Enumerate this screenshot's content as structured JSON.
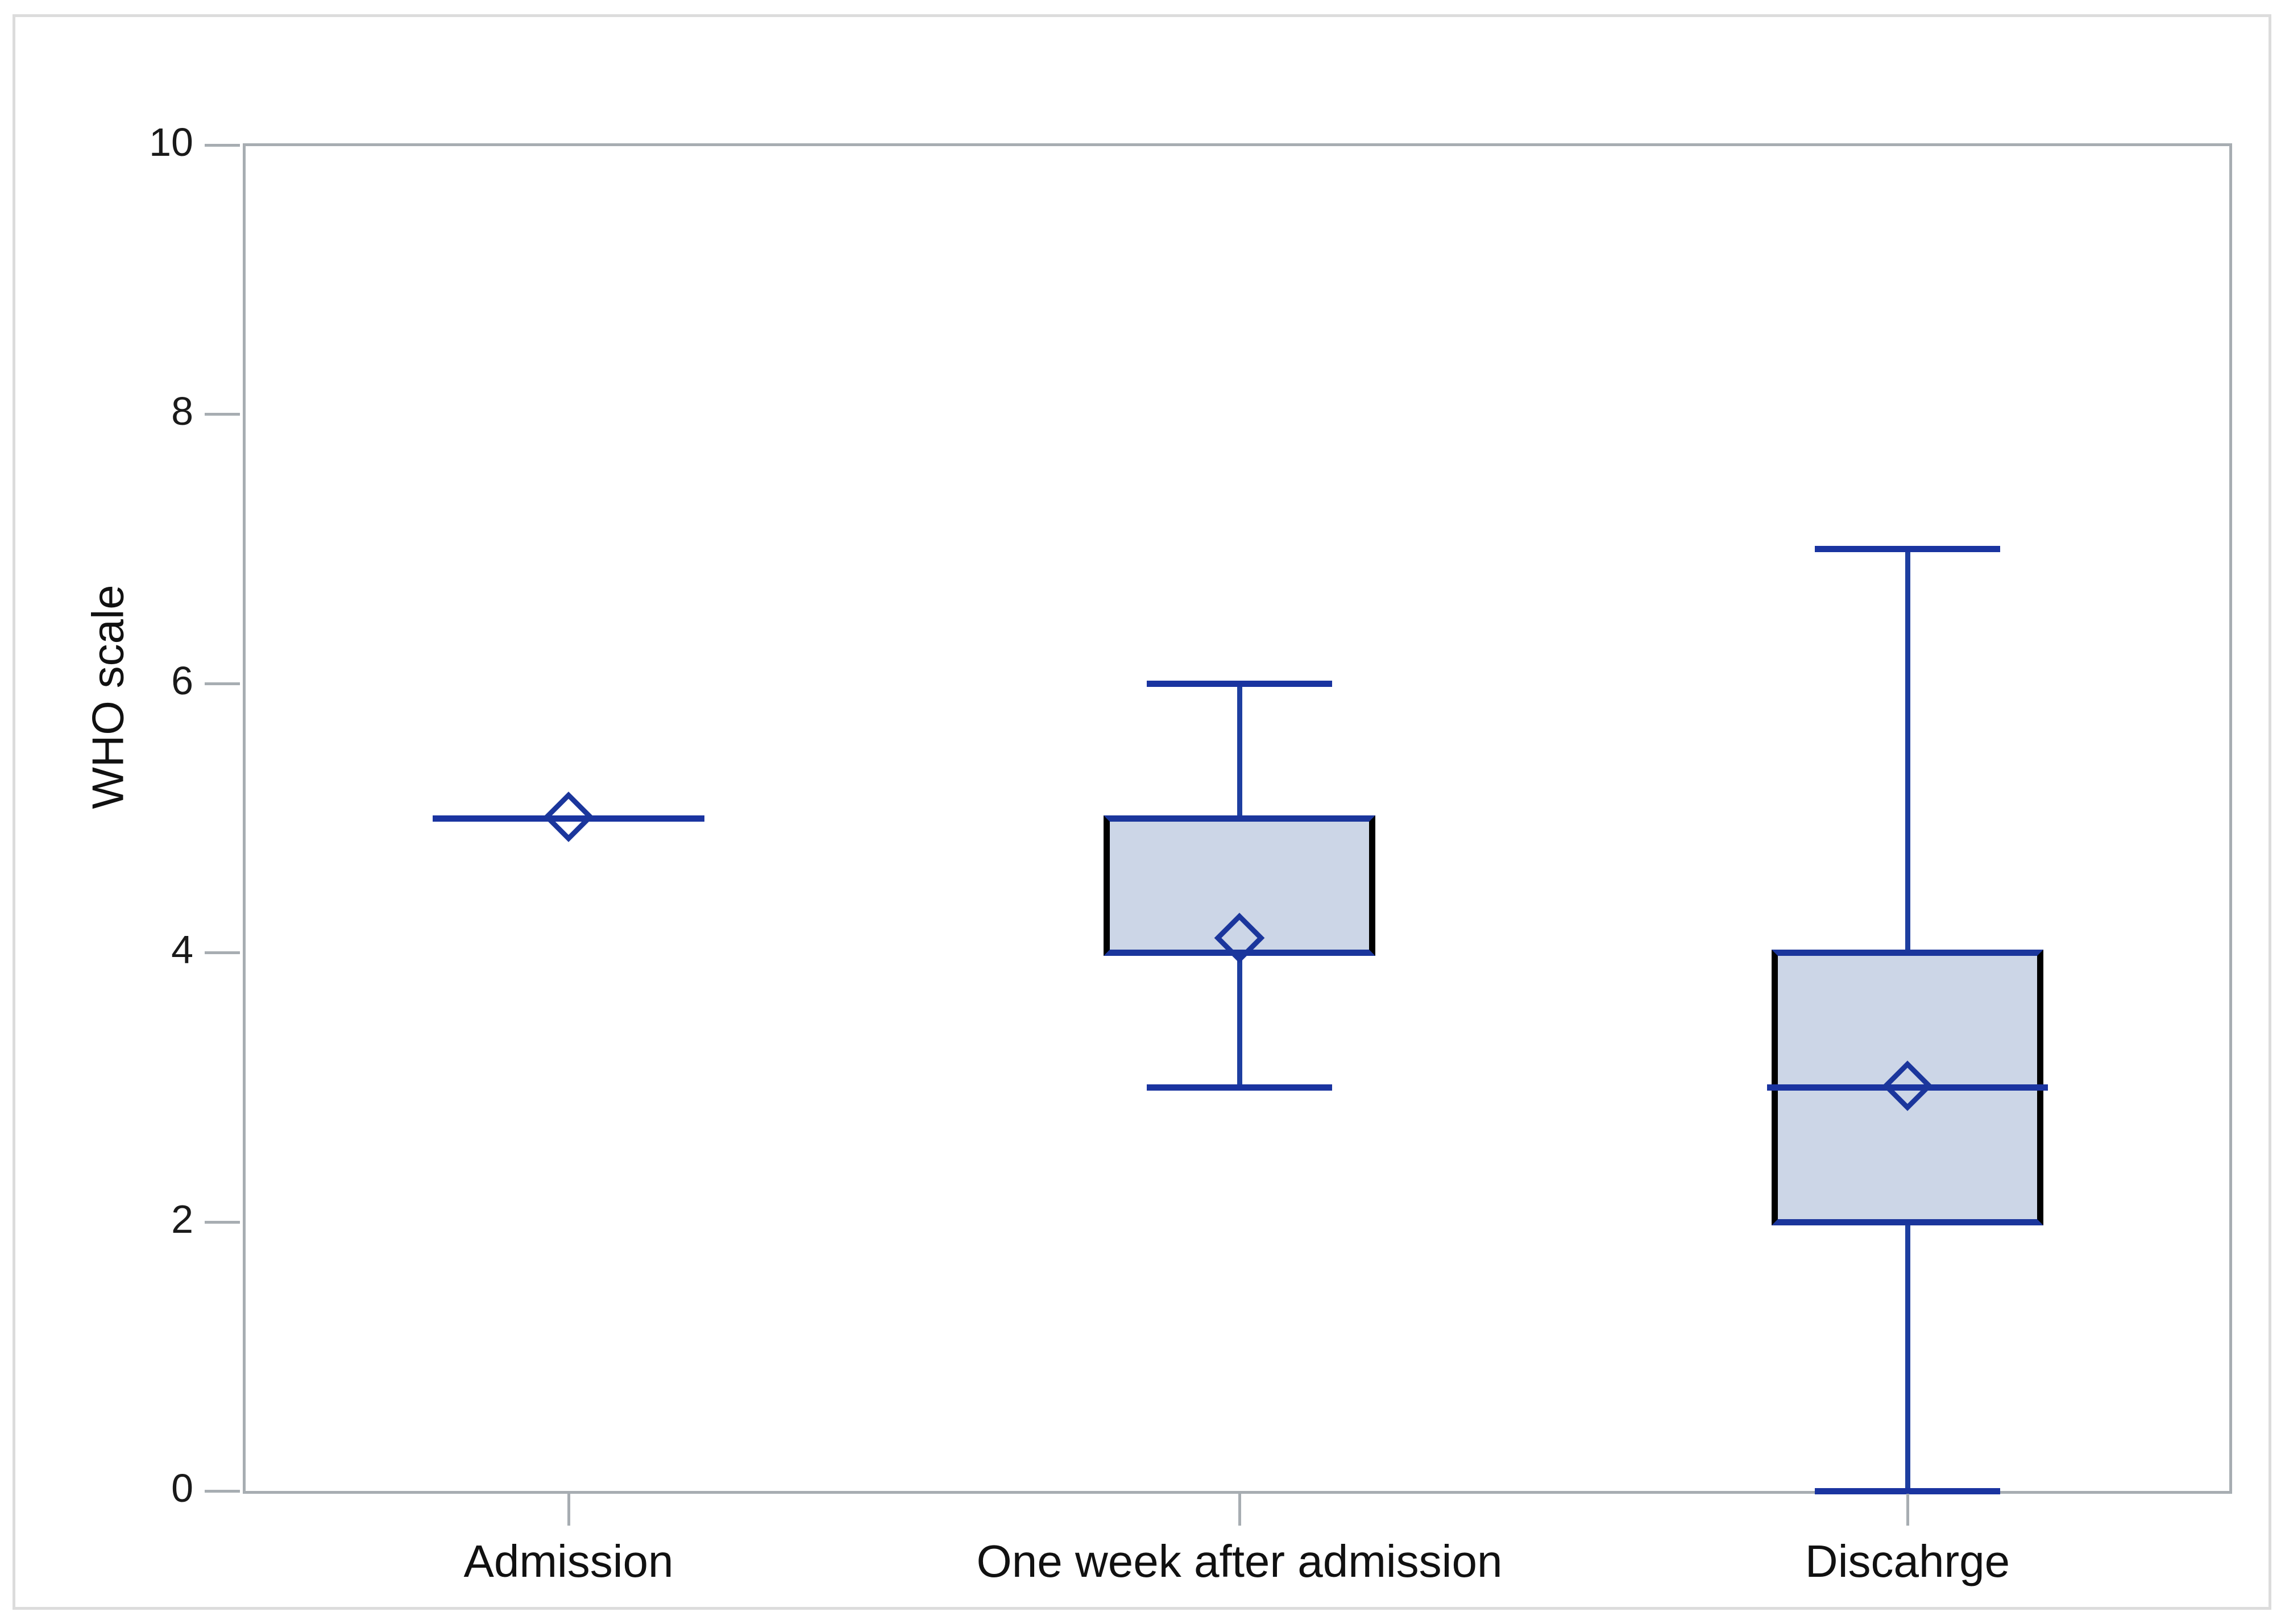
{
  "chart_data": {
    "type": "box",
    "title": "",
    "xlabel": "",
    "ylabel": "WHO scale",
    "ylim": [
      0,
      10
    ],
    "yticks": [
      0,
      2,
      4,
      6,
      8,
      10
    ],
    "ytick_labels": [
      "0",
      "2",
      "4",
      "6",
      "8",
      "10"
    ],
    "grid": false,
    "legend": "none",
    "categories": [
      "Admission",
      "One week after admission",
      "Discahrge"
    ],
    "boxes": [
      {
        "category": "Admission",
        "whisker_low": 5,
        "q1": 5,
        "median": 5,
        "q3": 5,
        "whisker_high": 5,
        "mean": 5.0,
        "degenerate": true
      },
      {
        "category": "One week after admission",
        "whisker_low": 3,
        "q1": 4,
        "median": 4,
        "q3": 5,
        "whisker_high": 6,
        "mean": 4.1,
        "degenerate": false
      },
      {
        "category": "Discahrge",
        "whisker_low": 0,
        "q1": 2,
        "median": 3,
        "q3": 4,
        "whisker_high": 7,
        "mean": 3.0,
        "degenerate": false
      }
    ],
    "colors": {
      "box_fill": "#ccd6e7",
      "box_edge_vertical": "#000000",
      "box_edge_horizontal": "#1b369c",
      "whisker": "#1e3fa0",
      "median": "#1a34a0",
      "mean_marker": "#1b369c",
      "axis": "#a7adb2",
      "text": "#111111",
      "page_border": "#dcdcdc",
      "background": "#ffffff"
    },
    "mean_marker_shape": "diamond-open"
  },
  "axis": {
    "y_title": "WHO scale",
    "y_tick_labels": [
      "0",
      "2",
      "4",
      "6",
      "8",
      "10"
    ],
    "x_tick_labels": [
      "Admission",
      "One week after admission",
      "Discahrge"
    ]
  }
}
